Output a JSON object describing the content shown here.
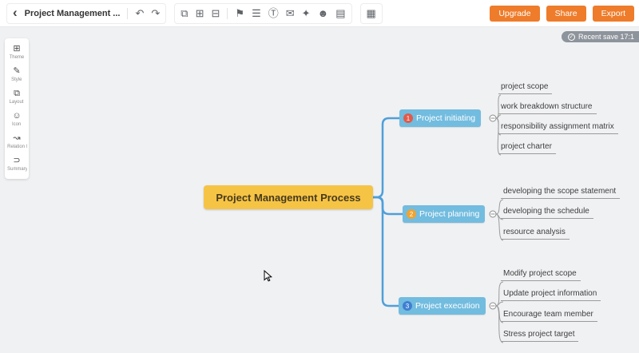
{
  "toolbar": {
    "title": "Project Management ...",
    "back_glyph": "‹",
    "undo_glyph": "↶",
    "redo_glyph": "↷",
    "node_icons": [
      {
        "name": "add-sibling-node",
        "glyph": "⧉"
      },
      {
        "name": "add-child-node",
        "glyph": "⊞"
      },
      {
        "name": "add-float-topic",
        "glyph": "⊟"
      }
    ],
    "tool_icons": [
      {
        "name": "relation-line",
        "glyph": "⚑"
      },
      {
        "name": "outline",
        "glyph": "☰"
      },
      {
        "name": "text-tag",
        "glyph": "Ⓣ"
      },
      {
        "name": "attachment",
        "glyph": "✉"
      },
      {
        "name": "illustration",
        "glyph": "✦"
      },
      {
        "name": "collaborate",
        "glyph": "☻"
      },
      {
        "name": "task",
        "glyph": "▤"
      }
    ],
    "extra_icon": {
      "name": "format-grid",
      "glyph": "▦"
    },
    "buttons": {
      "upgrade": "Upgrade",
      "share": "Share",
      "export": "Export"
    },
    "save_status": "Recent save 17:1",
    "save_check_glyph": "✓"
  },
  "sidebar": {
    "items": [
      {
        "label": "Theme",
        "glyph": "⊞"
      },
      {
        "label": "Style",
        "glyph": "✎"
      },
      {
        "label": "Layout",
        "glyph": "⧉"
      },
      {
        "label": "Icon",
        "glyph": "☺"
      },
      {
        "label": "Relation li...",
        "glyph": "↝"
      },
      {
        "label": "Summary",
        "glyph": "⊃"
      }
    ]
  },
  "mindmap": {
    "root": "Project Management Process",
    "branches": [
      {
        "label": "Project initiating",
        "badge": "1",
        "children": [
          "project scope",
          "work breakdown structure",
          "responsibility assignment matrix",
          "project charter"
        ]
      },
      {
        "label": "Project planning",
        "badge": "2",
        "children": [
          "developing the scope statement",
          "developing the schedule",
          "resource analysis"
        ]
      },
      {
        "label": "Project execution",
        "badge": "3",
        "children": [
          "Modify project scope",
          "Update project information",
          "Encourage team member",
          "Stress project target"
        ]
      }
    ]
  },
  "colors": {
    "accent_orange": "#ee7c2b",
    "root_node_yellow": "#f6c445",
    "branch_node_blue": "#72bcdf",
    "line_blue": "#4f9fd9",
    "line_gray": "#9b9b9b",
    "badge_1": "#e25a4a",
    "badge_2": "#f0a32f",
    "badge_3": "#3f7fd2"
  }
}
